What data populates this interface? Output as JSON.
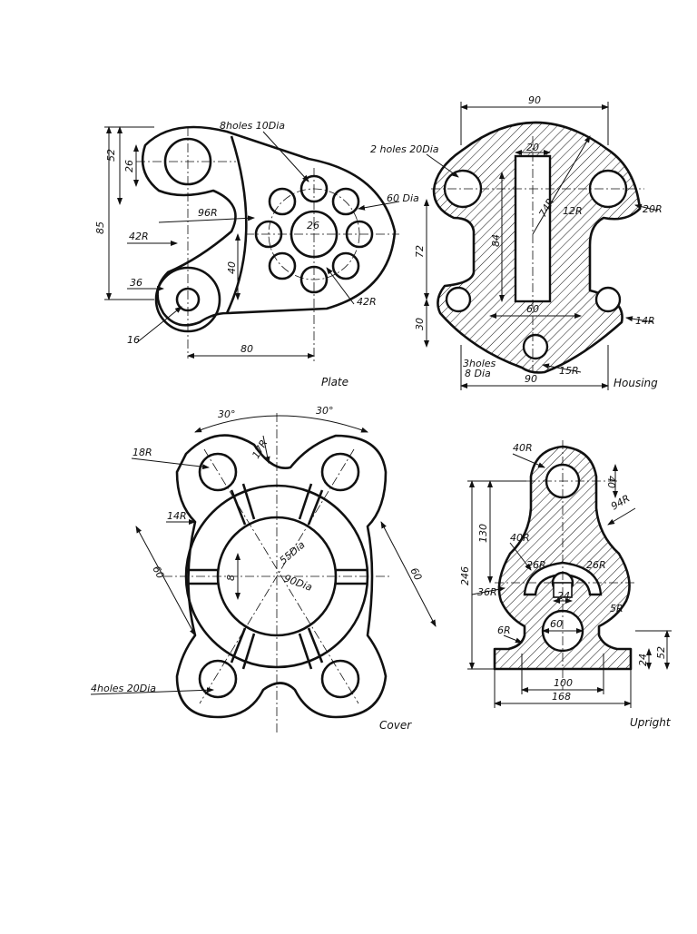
{
  "views": {
    "plate": {
      "title": "Plate",
      "notes": {
        "holes": "8holes 10Dia",
        "pcd": "60 Dia"
      },
      "dims": [
        "52",
        "26",
        "85",
        "96R",
        "42R",
        "40",
        "36",
        "16",
        "80",
        "26",
        "42R"
      ]
    },
    "housing": {
      "title": "Housing",
      "notes": {
        "holes2": "2 holes 20Dia",
        "holes3a": "3holes",
        "holes3b": "8 Dia"
      },
      "dims": [
        "90",
        "20",
        "74R",
        "12R",
        "20R",
        "84",
        "72",
        "60",
        "30",
        "14R",
        "15R",
        "90"
      ]
    },
    "cover": {
      "title": "Cover",
      "notes": {
        "holes": "4holes 20Dia"
      },
      "dims": [
        "30°",
        "30°",
        "18R",
        "17R",
        "14R",
        "60",
        "8",
        "55Dia",
        "90Dia",
        "60"
      ]
    },
    "upright": {
      "title": "Upright",
      "dims": [
        "40R",
        "40",
        "94R",
        "130",
        "40R",
        "26R",
        "26R",
        "246",
        "36R",
        "24",
        "5R",
        "6R",
        "60",
        "52",
        "24",
        "100",
        "168"
      ]
    }
  }
}
